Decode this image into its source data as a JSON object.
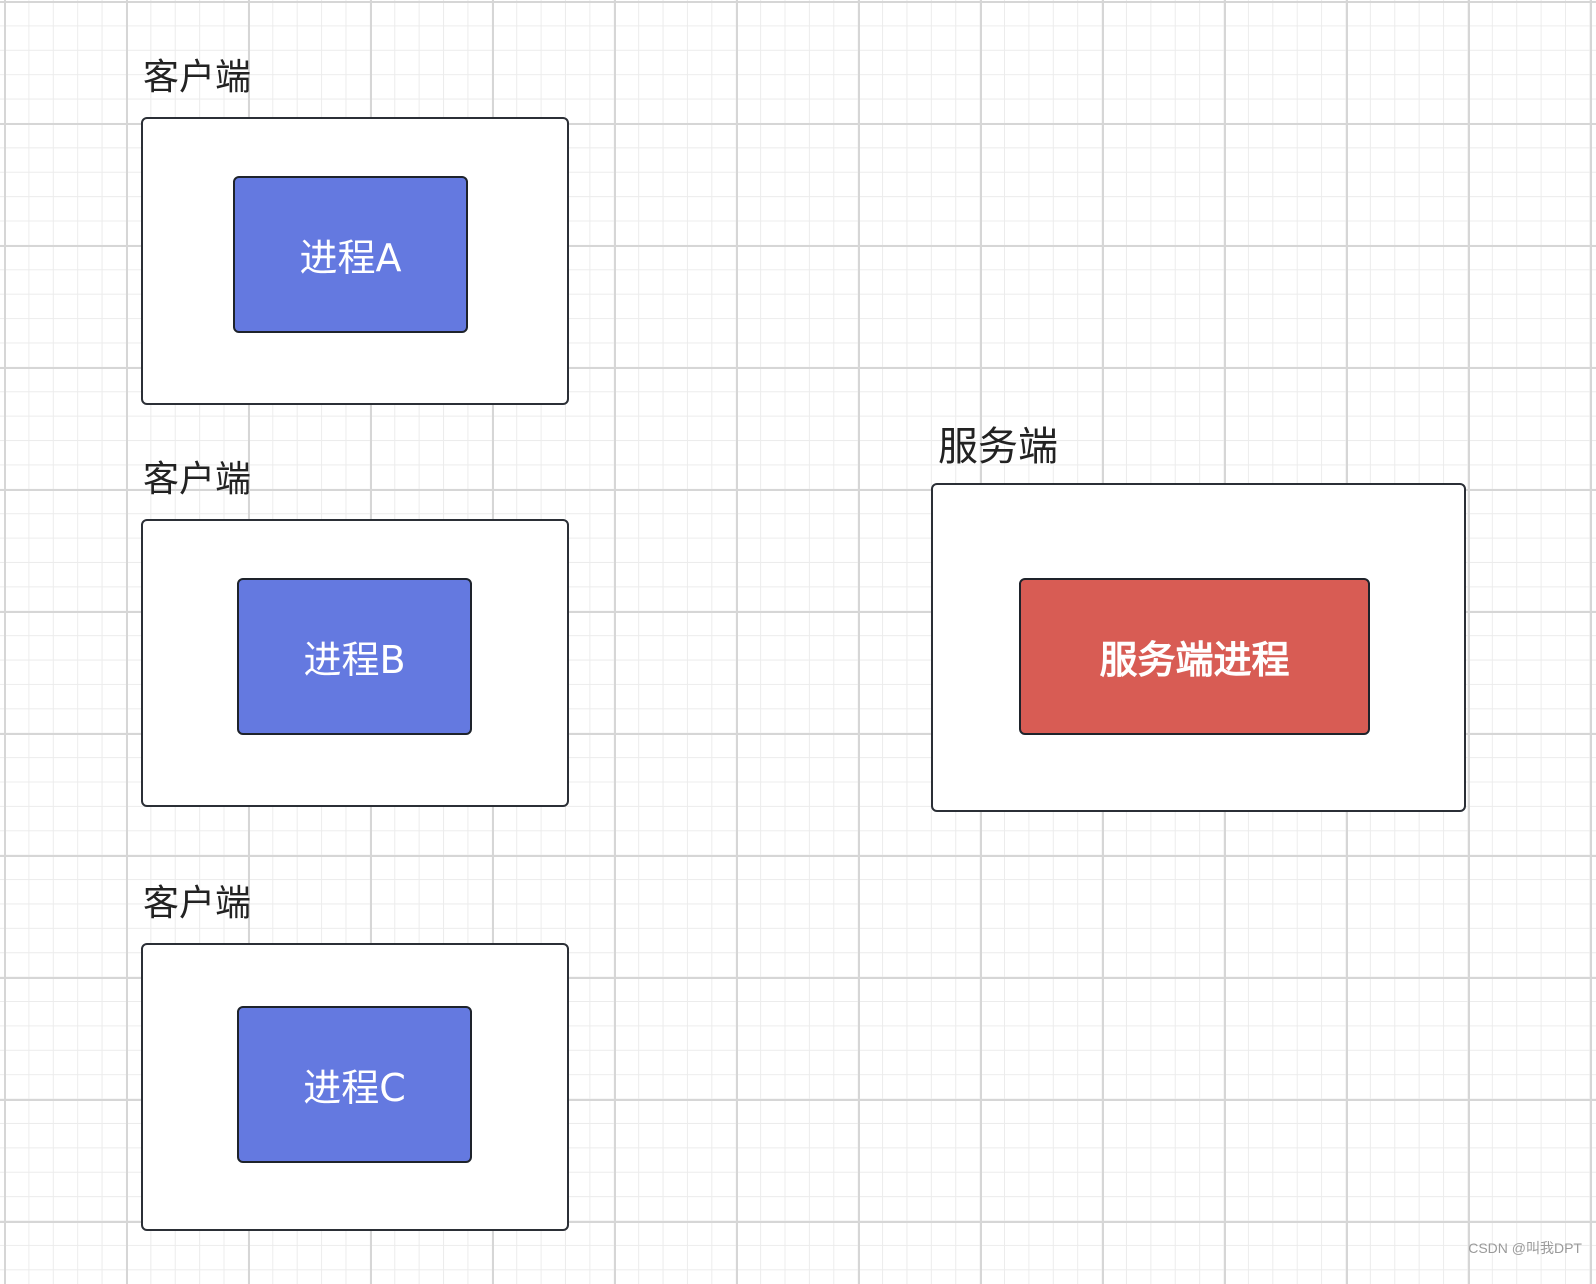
{
  "diagram": {
    "clients": [
      {
        "label": "客户端",
        "process": "进程A"
      },
      {
        "label": "客户端",
        "process": "进程B"
      },
      {
        "label": "客户端",
        "process": "进程C"
      }
    ],
    "server": {
      "label": "服务端",
      "process": "服务端进程"
    }
  },
  "colors": {
    "client_process": "#6479e0",
    "server_process": "#d85c54",
    "border": "#2b2f36",
    "grid_major": "#d6d6d6",
    "grid_minor": "#ececec"
  },
  "watermark": "CSDN @叫我DPT"
}
